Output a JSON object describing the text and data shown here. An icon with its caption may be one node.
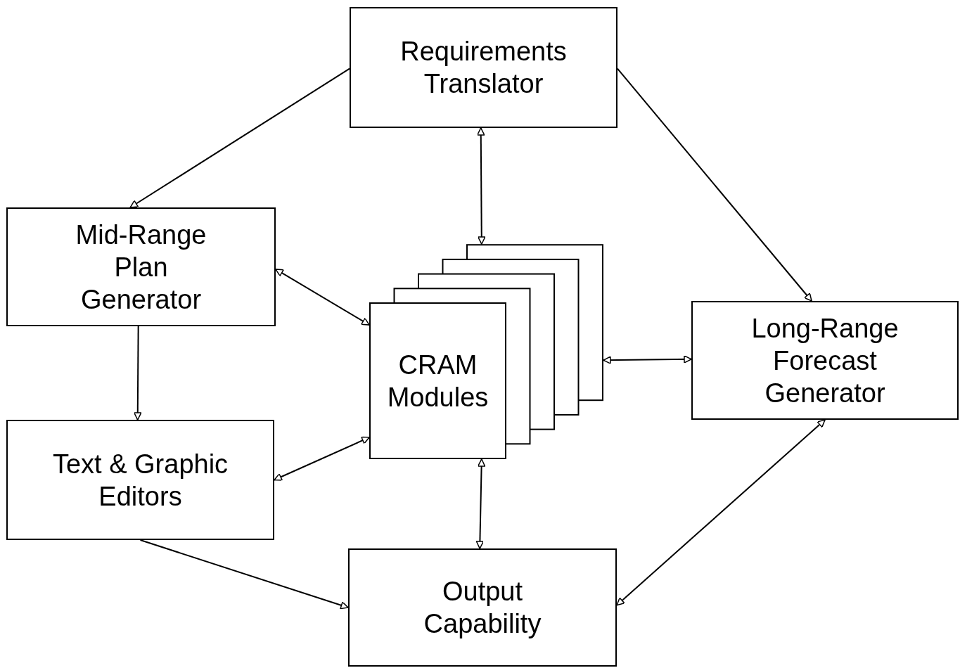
{
  "diagram": {
    "nodes": [
      {
        "text": [
          "Requirements Translator"
        ]
      },
      {
        "text": [
          "Mid-Range Plan Generator"
        ]
      },
      {
        "text": [
          "CRAM Modules"
        ]
      },
      {
        "text": [
          "Long-Range Forecast Generator"
        ]
      },
      {
        "text": [
          "Text & Graphic Editors"
        ]
      },
      {
        "text": [
          "Output Capability"
        ]
      }
    ],
    "edges": [
      {
        "from": 0,
        "to": 1,
        "arrow": "to"
      },
      {
        "from": 0,
        "to": 3,
        "arrow": "to"
      },
      {
        "from": 0,
        "to": 2,
        "arrow": "both"
      },
      {
        "from": 1,
        "to": 2,
        "arrow": "both"
      },
      {
        "from": 1,
        "to": 4,
        "arrow": "to"
      },
      {
        "from": 4,
        "to": 2,
        "arrow": "both"
      },
      {
        "from": 2,
        "to": 3,
        "arrow": "both"
      },
      {
        "from": 2,
        "to": 5,
        "arrow": "both"
      },
      {
        "from": 5,
        "to": 3,
        "arrow": "both"
      },
      {
        "from": 4,
        "to": 5,
        "arrow": "to"
      }
    ]
  }
}
